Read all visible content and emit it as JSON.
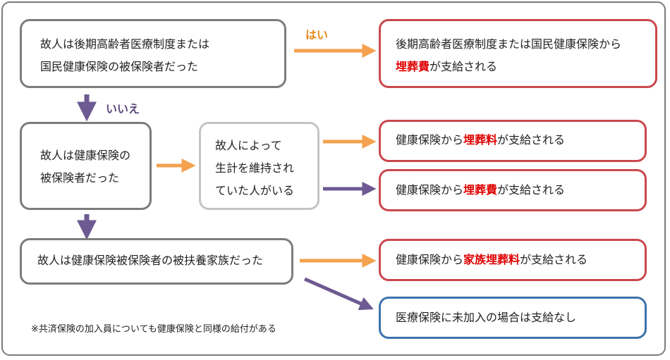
{
  "colors": {
    "orange": "#f4a24f",
    "purple": "#6e5a92",
    "red_border": "#c9484d",
    "blue_border": "#3c73ad",
    "gray_border": "#7c7c7c",
    "emphasis": "#e00000"
  },
  "labels": {
    "yes": "はい",
    "no": "いいえ"
  },
  "q1": {
    "line1": "故人は後期高齢者医療制度または",
    "line2": "国民健康保険の被保険者だった"
  },
  "r1": {
    "line1": "後期高齢者医療制度または国民健康保険から",
    "em": "埋葬費",
    "rest": "が支給される"
  },
  "q2": {
    "line1": "故人は健康保険の",
    "line2": "被保険者だった"
  },
  "q3": {
    "line1": "故人によって",
    "line2": "生計を維持され",
    "line3": "ていた人がいる"
  },
  "r2": {
    "pre": "健康保険から",
    "em": "埋葬料",
    "rest": "が支給される"
  },
  "r3": {
    "pre": "健康保険から",
    "em": "埋葬費",
    "rest": "が支給される"
  },
  "q4": {
    "text": "故人は健康保険被保険者の被扶養家族だった"
  },
  "r4": {
    "pre": "健康保険から",
    "em": "家族埋葬料",
    "rest": "が支給される"
  },
  "r5": {
    "text": "医療保険に未加入の場合は支給なし"
  },
  "note": "※共済保険の加入員についても健康保険と同様の給付がある"
}
